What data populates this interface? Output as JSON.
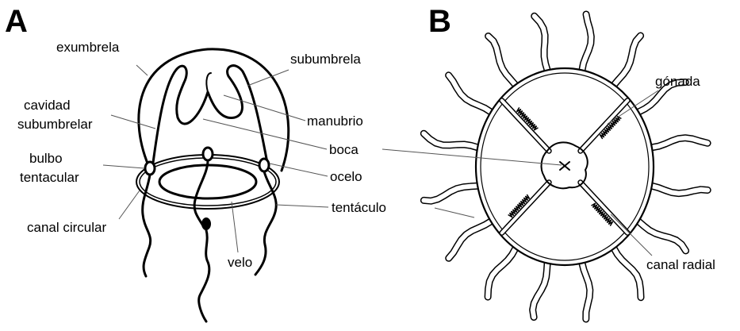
{
  "panel_a": {
    "letter": "A",
    "labels": {
      "exumbrela": "exumbrela",
      "subumbrela": "subumbrela",
      "cavidad_1": "cavidad",
      "cavidad_2": "subumbrelar",
      "manubrio": "manubrio",
      "bulbo_1": "bulbo",
      "bulbo_2": "tentacular",
      "boca": "boca",
      "ocelo": "ocelo",
      "tentaculo": "tentáculo",
      "canal_circular": "canal circular",
      "velo": "velo"
    }
  },
  "panel_b": {
    "letter": "B",
    "labels": {
      "gonada": "gónada",
      "canal_radial": "canal radial"
    }
  }
}
